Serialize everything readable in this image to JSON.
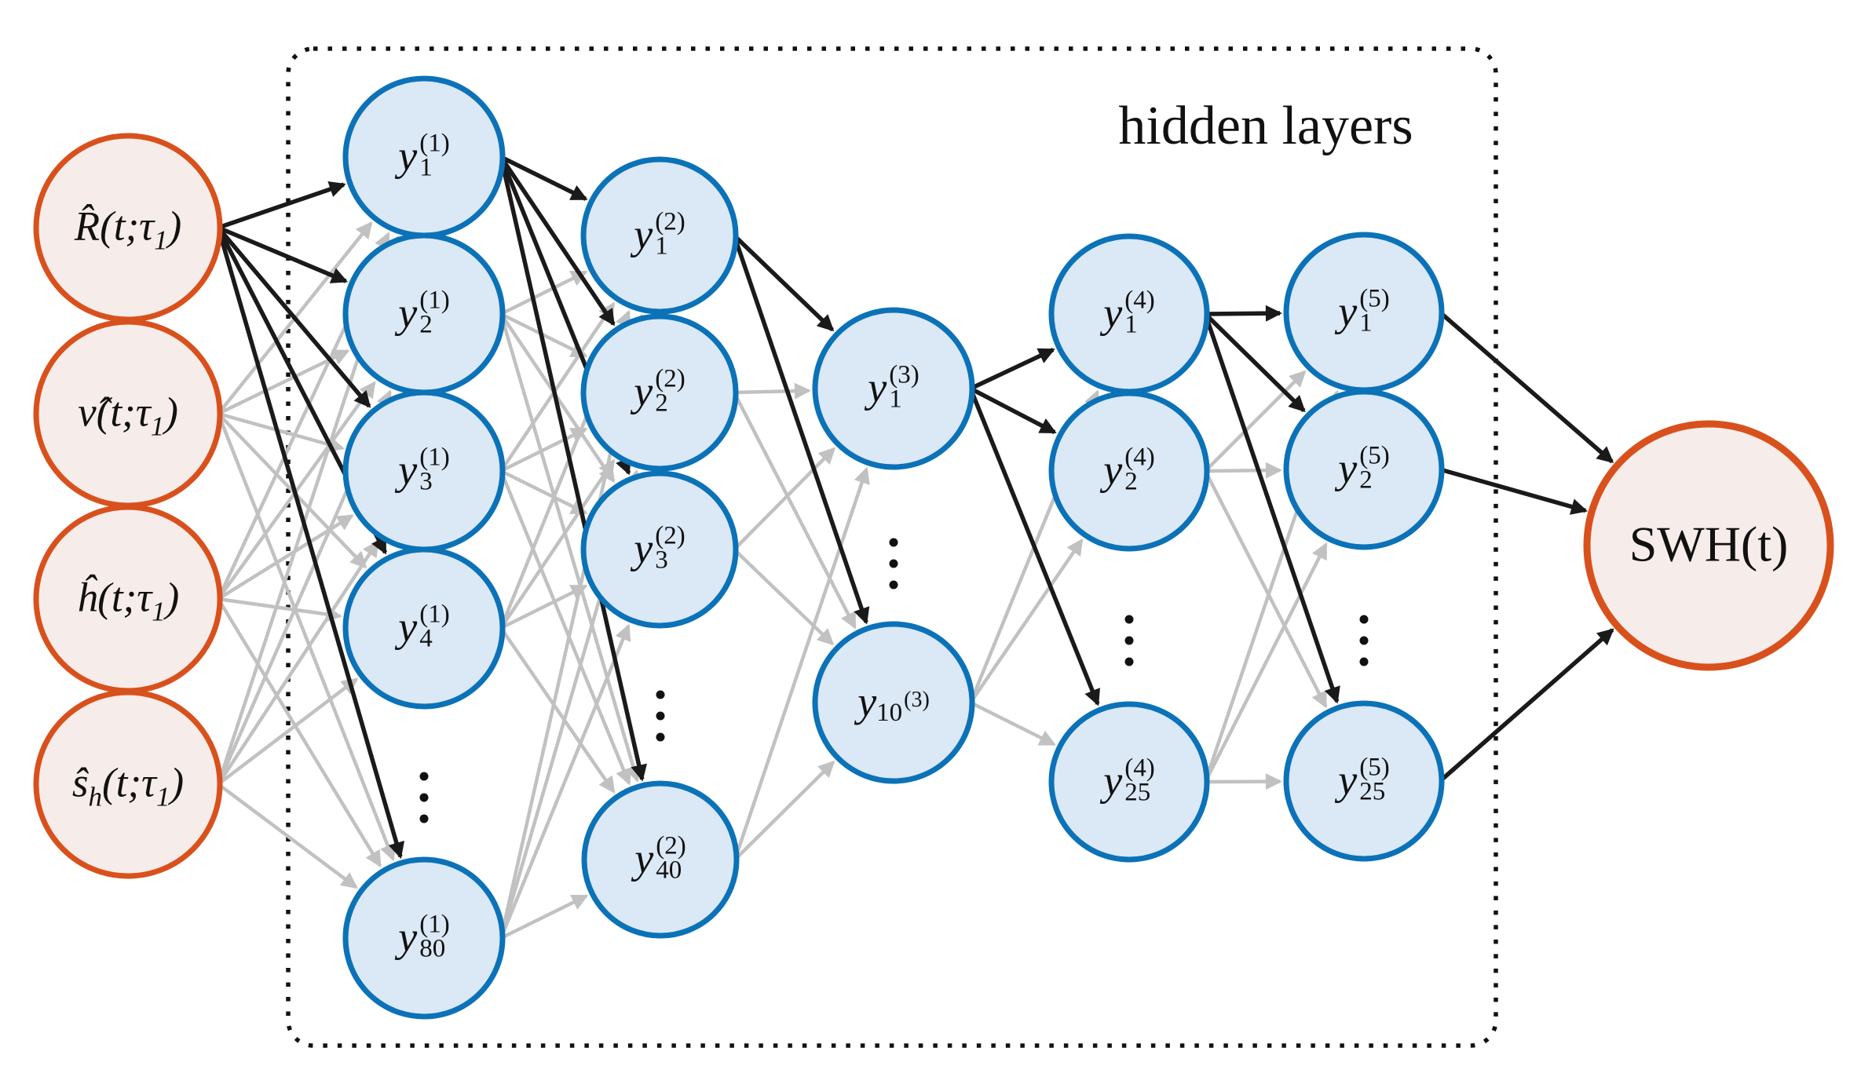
{
  "box_label": "hidden layers",
  "colors": {
    "input_stroke": "#d8511d",
    "input_fill": "#f6ece9",
    "hidden_stroke": "#0b72b8",
    "hidden_fill": "#dbe8f6",
    "edge_highlight": "#1a1a1a",
    "edge_regular": "#c1c1c1",
    "dots_color": "#111111",
    "box_border": "#111111"
  },
  "inputs": [
    {
      "id": "in-R",
      "segments": [
        {
          "t": "R̂"
        },
        {
          "t": "(t; "
        },
        {
          "t": "τ"
        },
        {
          "sub": "1"
        },
        {
          "t": ")"
        }
      ]
    },
    {
      "id": "in-nu",
      "segments": [
        {
          "t": "ν̂"
        },
        {
          "t": "(t; "
        },
        {
          "t": "τ"
        },
        {
          "sub": "1"
        },
        {
          "t": ")"
        }
      ]
    },
    {
      "id": "in-h",
      "segments": [
        {
          "t": "ĥ"
        },
        {
          "t": "(t; "
        },
        {
          "t": "τ"
        },
        {
          "sub": "1"
        },
        {
          "t": ")"
        }
      ]
    },
    {
      "id": "in-sh",
      "segments": [
        {
          "t": "ŝ"
        },
        {
          "sub": "h"
        },
        {
          "t": "(t; "
        },
        {
          "t": "τ"
        },
        {
          "sub": "1"
        },
        {
          "t": ")"
        }
      ]
    }
  ],
  "hidden_layers": [
    {
      "layer": 1,
      "dots": true,
      "nodes": [
        {
          "id": "h1-1",
          "base": "y",
          "sub": "1",
          "sup": "(1)"
        },
        {
          "id": "h1-2",
          "base": "y",
          "sub": "2",
          "sup": "(1)"
        },
        {
          "id": "h1-3",
          "base": "y",
          "sub": "3",
          "sup": "(1)"
        },
        {
          "id": "h1-4",
          "base": "y",
          "sub": "4",
          "sup": "(1)"
        },
        {
          "id": "h1-80",
          "base": "y",
          "sub": "80",
          "sup": "(1)"
        }
      ]
    },
    {
      "layer": 2,
      "dots": true,
      "nodes": [
        {
          "id": "h2-1",
          "base": "y",
          "sub": "1",
          "sup": "(2)"
        },
        {
          "id": "h2-2",
          "base": "y",
          "sub": "2",
          "sup": "(2)"
        },
        {
          "id": "h2-3",
          "base": "y",
          "sub": "3",
          "sup": "(2)"
        },
        {
          "id": "h2-40",
          "base": "y",
          "sub": "40",
          "sup": "(2)"
        }
      ]
    },
    {
      "layer": 3,
      "dots": true,
      "nodes": [
        {
          "id": "h3-1",
          "base": "y",
          "sub": "1",
          "sup": "(3)"
        },
        {
          "id": "h3-10",
          "base": "y",
          "sub": "10",
          "sup": "(3)",
          "inline_sup": true
        }
      ]
    },
    {
      "layer": 4,
      "dots": true,
      "nodes": [
        {
          "id": "h4-1",
          "base": "y",
          "sub": "1",
          "sup": "(4)"
        },
        {
          "id": "h4-2",
          "base": "y",
          "sub": "2",
          "sup": "(4)"
        },
        {
          "id": "h4-25",
          "base": "y",
          "sub": "25",
          "sup": "(4)"
        }
      ]
    },
    {
      "layer": 5,
      "dots": true,
      "nodes": [
        {
          "id": "h5-1",
          "base": "y",
          "sub": "1",
          "sup": "(5)"
        },
        {
          "id": "h5-2",
          "base": "y",
          "sub": "2",
          "sup": "(5)"
        },
        {
          "id": "h5-25",
          "base": "y",
          "sub": "25",
          "sup": "(5)"
        }
      ]
    }
  ],
  "output": {
    "id": "out-swh",
    "label": "SWH(t)"
  },
  "edges": [
    {
      "from": "in-R",
      "to": [
        "h1-1",
        "h1-2",
        "h1-3",
        "h1-4",
        "h1-80"
      ],
      "style": "highlight"
    },
    {
      "from": "in-nu",
      "to": [
        "h1-1",
        "h1-2",
        "h1-3",
        "h1-4",
        "h1-80"
      ],
      "style": "regular"
    },
    {
      "from": "in-h",
      "to": [
        "h1-1",
        "h1-2",
        "h1-3",
        "h1-4",
        "h1-80"
      ],
      "style": "regular"
    },
    {
      "from": "in-sh",
      "to": [
        "h1-1",
        "h1-2",
        "h1-3",
        "h1-4",
        "h1-80"
      ],
      "style": "regular"
    },
    {
      "from": "h1-1",
      "to": [
        "h2-1",
        "h2-2",
        "h2-3",
        "h2-40"
      ],
      "style": "highlight"
    },
    {
      "from": "h1-2",
      "to": [
        "h2-1",
        "h2-2",
        "h2-3",
        "h2-40"
      ],
      "style": "regular"
    },
    {
      "from": "h1-3",
      "to": [
        "h2-1",
        "h2-2",
        "h2-3",
        "h2-40"
      ],
      "style": "regular"
    },
    {
      "from": "h1-4",
      "to": [
        "h2-1",
        "h2-2",
        "h2-3",
        "h2-40"
      ],
      "style": "regular"
    },
    {
      "from": "h1-80",
      "to": [
        "h2-1",
        "h2-2",
        "h2-3",
        "h2-40"
      ],
      "style": "regular"
    },
    {
      "from": "h2-1",
      "to": [
        "h3-1",
        "h3-10"
      ],
      "style": "highlight"
    },
    {
      "from": "h2-2",
      "to": [
        "h3-1",
        "h3-10"
      ],
      "style": "regular"
    },
    {
      "from": "h2-3",
      "to": [
        "h3-1",
        "h3-10"
      ],
      "style": "regular"
    },
    {
      "from": "h2-40",
      "to": [
        "h3-1",
        "h3-10"
      ],
      "style": "regular"
    },
    {
      "from": "h3-1",
      "to": [
        "h4-1",
        "h4-2",
        "h4-25"
      ],
      "style": "highlight"
    },
    {
      "from": "h3-10",
      "to": [
        "h4-1",
        "h4-2",
        "h4-25"
      ],
      "style": "regular"
    },
    {
      "from": "h4-1",
      "to": [
        "h5-1",
        "h5-2",
        "h5-25"
      ],
      "style": "highlight"
    },
    {
      "from": "h4-2",
      "to": [
        "h5-1",
        "h5-2",
        "h5-25"
      ],
      "style": "regular"
    },
    {
      "from": "h4-25",
      "to": [
        "h5-1",
        "h5-2",
        "h5-25"
      ],
      "style": "regular"
    },
    {
      "from": "h5-1",
      "to": [
        "out-swh"
      ],
      "style": "highlight"
    },
    {
      "from": "h5-2",
      "to": [
        "out-swh"
      ],
      "style": "highlight"
    },
    {
      "from": "h5-25",
      "to": [
        "out-swh"
      ],
      "style": "highlight"
    }
  ]
}
